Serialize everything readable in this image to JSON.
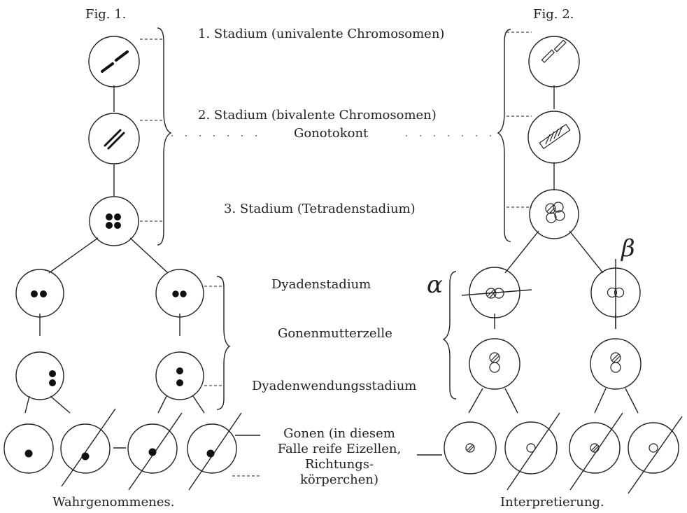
{
  "fig1_title": "Fig. 1.",
  "fig2_title": "Fig. 2.",
  "stage1": "1. Stadium (univalente Chromosomen)",
  "stage2_line1": "2. Stadium (bivalente Chromosomen)",
  "stage2_line2": "Gonotokont",
  "stage3": "3. Stadium (Tetradenstadium)",
  "dyad": "Dyadenstadium",
  "gonenmutter": "Gonenmutterzelle",
  "dyadwend": "Dyadenwendungsstadium",
  "gonen_line1": "Gonen (in diesem",
  "gonen_line2": "Falle reife Eizellen,",
  "gonen_line3": "Richtungs-",
  "gonen_line4": "körperchen)",
  "caption_left": "Wahrgenommenes.",
  "caption_right": "Interpretierung.",
  "alpha": "α",
  "beta": "β"
}
